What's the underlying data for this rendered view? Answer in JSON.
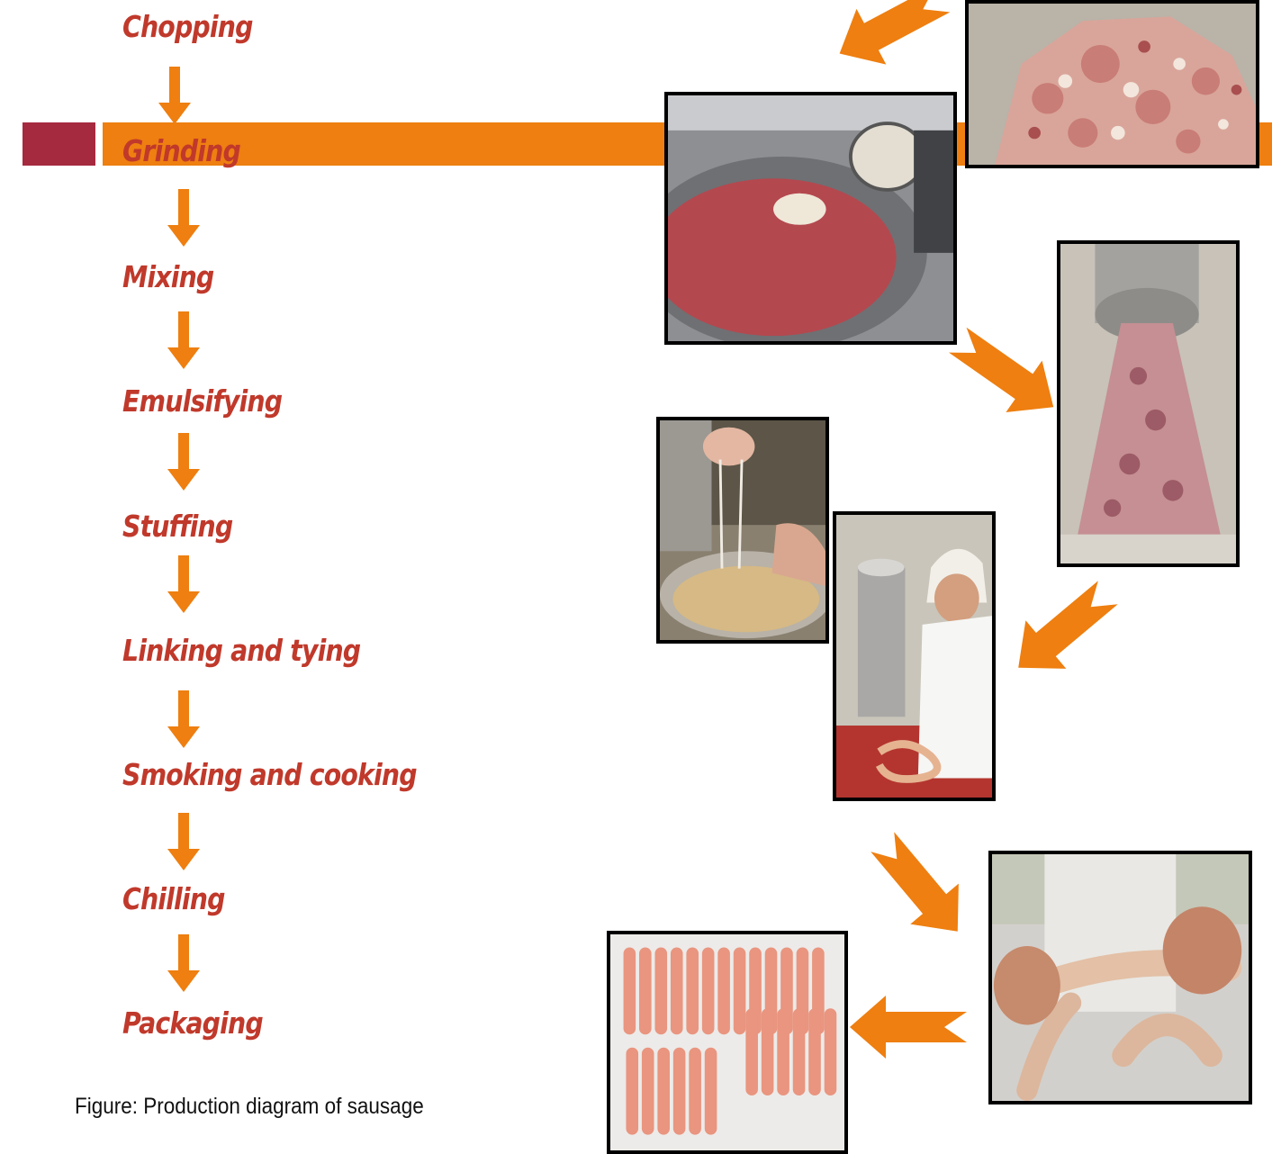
{
  "diagram": {
    "steps": [
      "Chopping",
      "Grinding",
      "Mixing",
      "Emulsifying",
      "Stuffing",
      "Linking and tying",
      "Smoking and cooking",
      "Chilling",
      "Packaging"
    ],
    "caption": "Figure: Production diagram of sausage",
    "colors": {
      "step_text": "#c0392b",
      "arrow": "#ee7f10",
      "band": "#ee7f10",
      "accent_block": "#a52a3f",
      "photo_border": "#000000"
    }
  }
}
